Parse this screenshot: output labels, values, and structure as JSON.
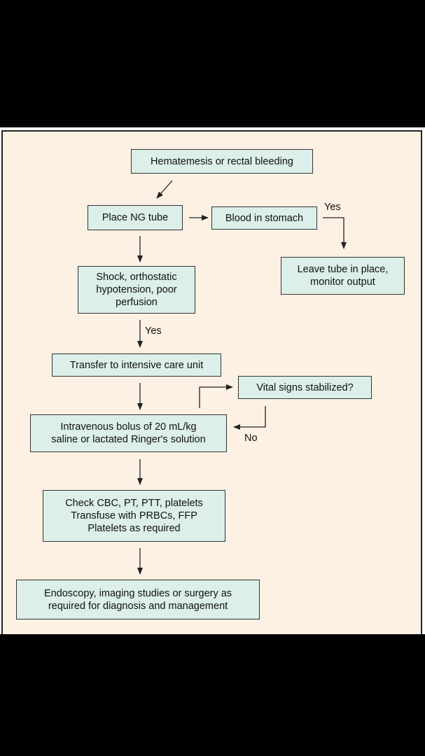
{
  "flowchart": {
    "nodes": {
      "hematemesis": "Hematemesis or rectal bleeding",
      "ng_tube": "Place NG tube",
      "blood_stomach": "Blood in stomach",
      "leave_tube": "Leave tube in place,\nmonitor output",
      "shock": "Shock, orthostatic\nhypotension, poor\nperfusion",
      "icu": "Transfer to intensive care unit",
      "vitals": "Vital signs stabilized?",
      "bolus": "Intravenous bolus of 20 mL/kg\nsaline or lactated Ringer's solution",
      "check_cbc": "Check CBC, PT, PTT, platelets\nTransfuse with PRBCs, FFP\nPlatelets as required",
      "endoscopy": "Endoscopy, imaging studies or surgery as\nrequired for diagnosis and management"
    },
    "labels": {
      "yes_blood": "Yes",
      "yes_shock": "Yes",
      "no_vitals": "No"
    }
  }
}
